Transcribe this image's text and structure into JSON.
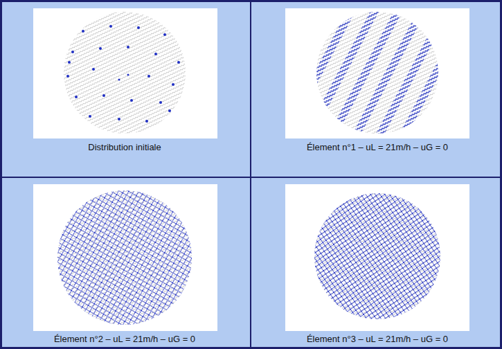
{
  "diagram": {
    "labels": [
      "Distribution initiale",
      "Élement n°1 – uL = 21m/h – uG = 0",
      "Élement n°2 – uL = 21m/h – uG = 0",
      "Élement n°3 – uL = 21m/h – uG = 0"
    ]
  }
}
